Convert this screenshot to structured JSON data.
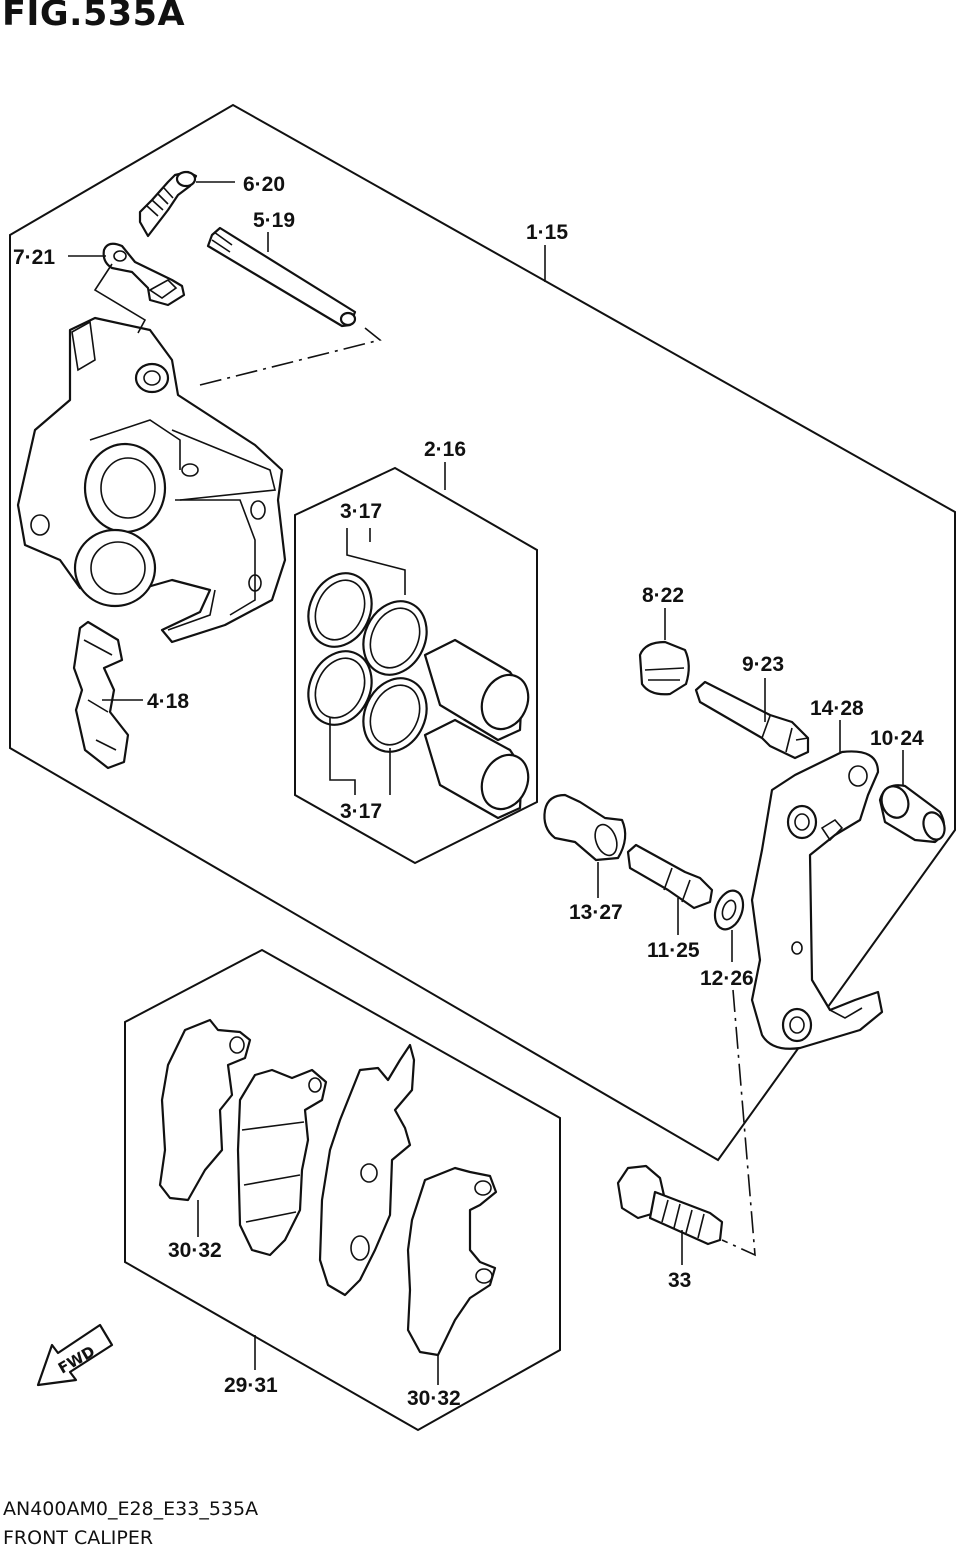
{
  "figure_title": "FIG.535A",
  "footer": {
    "model_code": "AN400AM0_E28_E33_535A",
    "diagram_name": "FRONT CALIPER"
  },
  "callouts": {
    "c_6_20": "6·20",
    "c_5_19": "5·19",
    "c_7_21": "7·21",
    "c_1_15": "1·15",
    "c_2_16": "2·16",
    "c_3_17_top": "3·17",
    "c_3_17_bottom": "3·17",
    "c_4_18": "4·18",
    "c_8_22": "8·22",
    "c_9_23": "9·23",
    "c_14_28": "14·28",
    "c_10_24": "10·24",
    "c_13_27": "13·27",
    "c_11_25": "11·25",
    "c_12_26": "12·26",
    "c_30_32_left": "30·32",
    "c_30_32_right": "30·32",
    "c_29_31": "29·31",
    "c_33": "33"
  },
  "fwd_label": "FWD",
  "icons": [
    "fwd-arrow-icon"
  ]
}
